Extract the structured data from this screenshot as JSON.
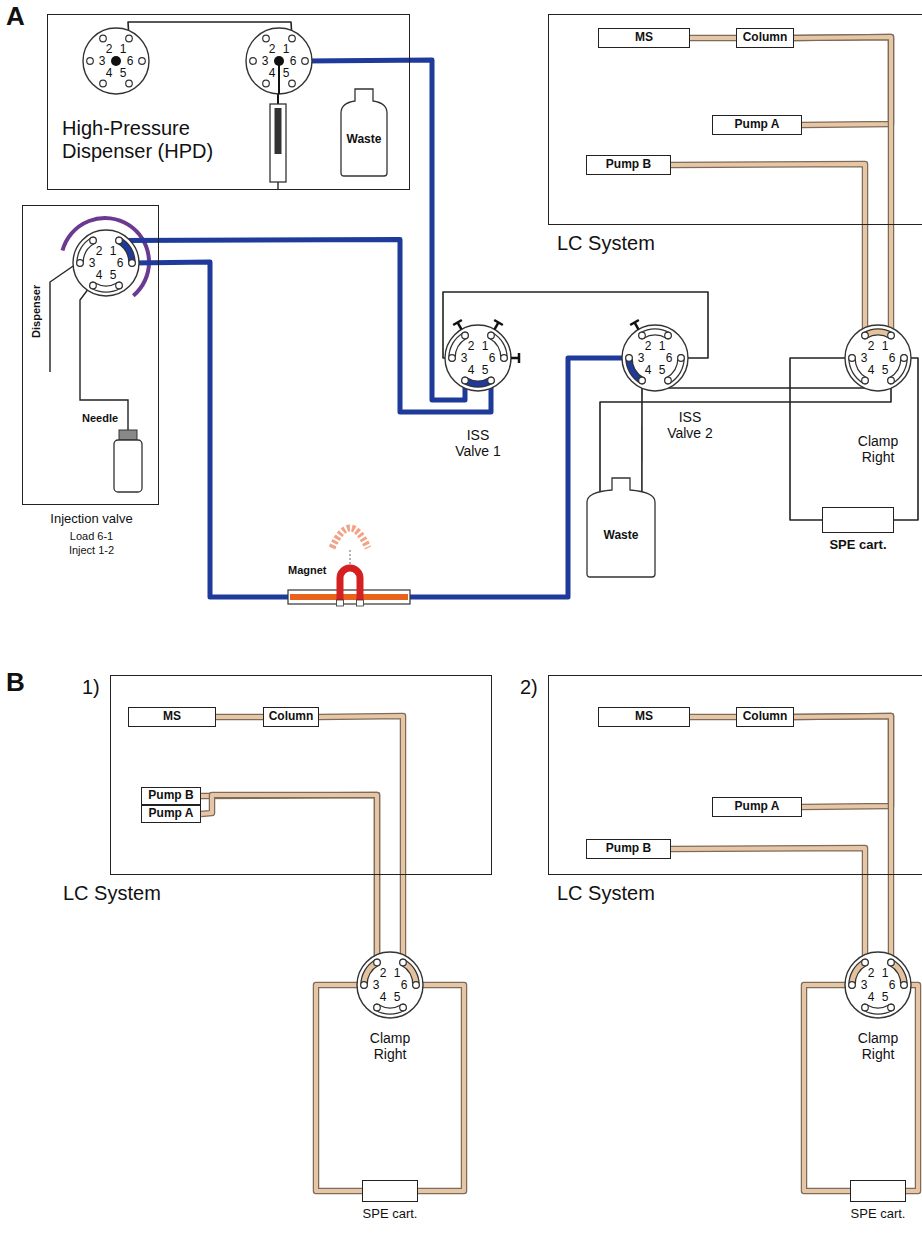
{
  "diagram": {
    "nodes": [
      {
        "text": [
          "High-Pressure Dispenser (HPD)"
        ]
      },
      {
        "text": [
          "1",
          "2",
          "3",
          "4",
          "5",
          "6"
        ],
        "in": 0
      },
      {
        "text": [
          "1",
          "2",
          "3",
          "4",
          "5",
          "6"
        ],
        "in": 0
      },
      {
        "text": [
          "Waste"
        ],
        "in": 0
      },
      {
        "text": [
          "LC System"
        ]
      },
      {
        "text": [
          "MS"
        ],
        "in": 4
      },
      {
        "text": [
          "Column"
        ],
        "in": 4
      },
      {
        "text": [
          "Pump A"
        ],
        "in": 4
      },
      {
        "text": [
          "Pump B"
        ],
        "in": 4
      },
      {
        "text": [
          "Injection valve",
          "Load 6-1",
          "Inject 1-2"
        ]
      },
      {
        "text": [
          "1",
          "2",
          "3",
          "4",
          "5",
          "6"
        ],
        "in": 9
      },
      {
        "text": [
          "Magnet"
        ]
      },
      {
        "text": [
          "1",
          "2",
          "3",
          "4",
          "5",
          "6",
          "ISS Valve 1"
        ]
      },
      {
        "text": [
          "1",
          "2",
          "3",
          "4",
          "5",
          "6",
          "ISS Valve 2"
        ]
      },
      {
        "text": [
          "Waste"
        ]
      },
      {
        "text": [
          "1",
          "2",
          "3",
          "4",
          "5",
          "6",
          "Clamp Right"
        ]
      },
      {
        "text": [
          "SPE cart."
        ]
      },
      {
        "text": [
          "LC System"
        ]
      },
      {
        "text": [
          "MS"
        ],
        "in": 17
      },
      {
        "text": [
          "Column"
        ],
        "in": 17
      },
      {
        "text": [
          "Pump B"
        ],
        "in": 17
      },
      {
        "text": [
          "Pump A"
        ],
        "in": 17
      },
      {
        "text": [
          "1",
          "2",
          "3",
          "4",
          "5",
          "6",
          "Clamp Right"
        ]
      },
      {
        "text": [
          "SPE cart."
        ]
      },
      {
        "text": [
          "LC System"
        ]
      },
      {
        "text": [
          "MS"
        ],
        "in": 24
      },
      {
        "text": [
          "Column"
        ],
        "in": 24
      },
      {
        "text": [
          "Pump A"
        ],
        "in": 24
      },
      {
        "text": [
          "Pump B"
        ],
        "in": 24
      },
      {
        "text": [
          "1",
          "2",
          "3",
          "4",
          "5",
          "6",
          "Clamp Right"
        ]
      },
      {
        "text": [
          "SPE cart."
        ]
      }
    ],
    "edges": [
      {
        "from": 1,
        "to": 2,
        "arrow": "none"
      },
      {
        "from": 2,
        "to": 12,
        "arrow": "none"
      },
      {
        "from": 10,
        "to": 12,
        "arrow": "none"
      },
      {
        "from": 10,
        "to": 11,
        "arrow": "none"
      },
      {
        "from": 11,
        "to": 13,
        "arrow": "none"
      },
      {
        "from": 12,
        "to": 13,
        "arrow": "none"
      },
      {
        "from": 13,
        "to": 14,
        "arrow": "none"
      },
      {
        "from": 13,
        "to": 15,
        "arrow": "none"
      },
      {
        "from": 15,
        "to": 14,
        "arrow": "none"
      },
      {
        "from": 15,
        "to": 16,
        "arrow": "none"
      },
      {
        "from": 15,
        "to": 16,
        "arrow": "none"
      },
      {
        "from": 6,
        "to": 5,
        "arrow": "none"
      },
      {
        "from": 8,
        "to": 15,
        "arrow": "none"
      },
      {
        "from": 7,
        "to": 6,
        "arrow": "none"
      },
      {
        "from": 15,
        "to": 6,
        "arrow": "none"
      },
      {
        "from": 19,
        "to": 18,
        "arrow": "none"
      },
      {
        "from": 20,
        "to": 22,
        "arrow": "none"
      },
      {
        "from": 21,
        "to": 22,
        "arrow": "none"
      },
      {
        "from": 22,
        "to": 19,
        "arrow": "none"
      },
      {
        "from": 22,
        "to": 23,
        "arrow": "none"
      },
      {
        "from": 22,
        "to": 23,
        "arrow": "none"
      },
      {
        "from": 26,
        "to": 25,
        "arrow": "none"
      },
      {
        "from": 27,
        "to": 26,
        "arrow": "none"
      },
      {
        "from": 29,
        "to": 26,
        "arrow": "none"
      },
      {
        "from": 28,
        "to": 29,
        "arrow": "none"
      },
      {
        "from": 29,
        "to": 30,
        "arrow": "none"
      },
      {
        "from": 29,
        "to": 30,
        "arrow": "none"
      }
    ],
    "labels": [
      "A",
      "Dispenser",
      "Needle",
      "B",
      "1)",
      "2)"
    ]
  }
}
